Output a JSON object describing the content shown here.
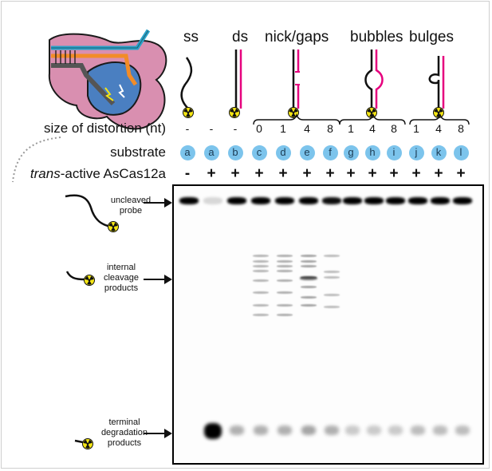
{
  "categories": {
    "ss": "ss",
    "ds": "ds",
    "nick": "nick/gaps",
    "bubbles": "bubbles",
    "bulges": "bulges"
  },
  "rows": {
    "size_label": "size of distortion (nt)",
    "substrate_label": "substrate",
    "trans_italic": "trans",
    "trans_rest": "-active AsCas12a"
  },
  "lanes": [
    {
      "size": "-",
      "substrate": "a",
      "cas": "-"
    },
    {
      "size": "-",
      "substrate": "a",
      "cas": "+"
    },
    {
      "size": "-",
      "substrate": "b",
      "cas": "+"
    },
    {
      "size": "0",
      "substrate": "c",
      "cas": "+"
    },
    {
      "size": "1",
      "substrate": "d",
      "cas": "+"
    },
    {
      "size": "4",
      "substrate": "e",
      "cas": "+"
    },
    {
      "size": "8",
      "substrate": "f",
      "cas": "+"
    },
    {
      "size": "1",
      "substrate": "g",
      "cas": "+"
    },
    {
      "size": "4",
      "substrate": "h",
      "cas": "+"
    },
    {
      "size": "8",
      "substrate": "i",
      "cas": "+"
    },
    {
      "size": "1",
      "substrate": "j",
      "cas": "+"
    },
    {
      "size": "4",
      "substrate": "k",
      "cas": "+"
    },
    {
      "size": "8",
      "substrate": "l",
      "cas": "+"
    }
  ],
  "annotations": {
    "uncleaved": [
      "uncleaved",
      "probe"
    ],
    "internal": [
      "internal",
      "cleavage",
      "products"
    ],
    "terminal": [
      "terminal",
      "degradation",
      "products"
    ]
  },
  "colors": {
    "magenta": "#e6007e",
    "lane_circle": "#7cc4ec",
    "cas_pink": "#d98fb0",
    "cas_blue": "#4a7fc1",
    "cas_cyan": "#29a3c9",
    "cas_orange": "#f28c28",
    "radiation_yellow": "#f5e614"
  },
  "icons": {
    "cas12a": "cas12a-protein-icon",
    "radiolabel": "radiation-trefoil-icon"
  }
}
